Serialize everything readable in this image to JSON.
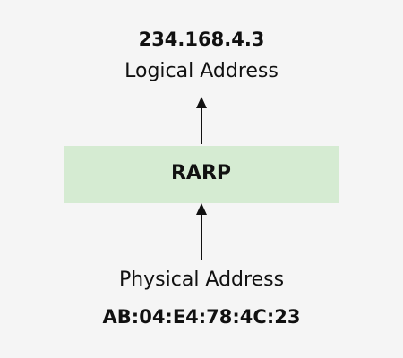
{
  "diagram": {
    "logical_address_value": "234.168.4.3",
    "logical_address_label": "Logical Address",
    "protocol": "RARP",
    "physical_address_label": "Physical Address",
    "physical_address_value": "AB:04:E4:78:4C:23"
  },
  "colors": {
    "background": "#f5f5f5",
    "protocol_box": "#d5ebd2",
    "text": "#111111",
    "arrow": "#111111"
  }
}
